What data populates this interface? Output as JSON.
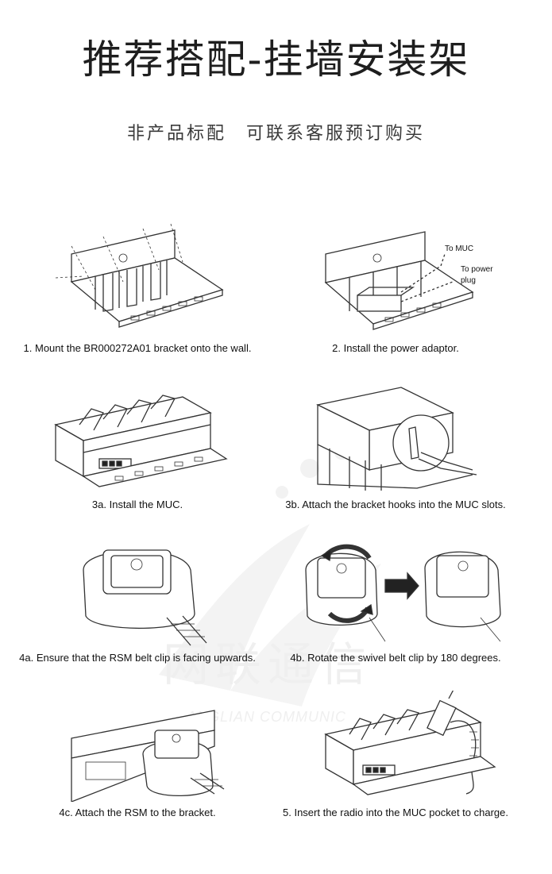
{
  "header": {
    "title": "推荐搭配-挂墙安装架",
    "subtitle": "非产品标配　可联系客服预订购买"
  },
  "watermark": {
    "text": "网联通信",
    "subtext": "ANGLIAN COMMUNIC"
  },
  "steps": [
    {
      "id": "1",
      "caption": "1. Mount the BR000272A01 bracket onto the wall."
    },
    {
      "id": "2",
      "caption": "2. Install the power adaptor.",
      "labels": {
        "muc": "To MUC",
        "power_1": "To power",
        "power_2": "plug"
      }
    },
    {
      "id": "3a",
      "caption": "3a. Install the MUC."
    },
    {
      "id": "3b",
      "caption": "3b. Attach the bracket hooks into the MUC slots."
    },
    {
      "id": "4a",
      "caption": "4a. Ensure that the RSM belt clip is facing upwards."
    },
    {
      "id": "4b",
      "caption": "4b. Rotate the swivel belt clip by 180 degrees."
    },
    {
      "id": "4c",
      "caption": "4c. Attach the RSM to the bracket."
    },
    {
      "id": "5",
      "caption": "5. Insert the radio into the MUC pocket to charge."
    }
  ]
}
